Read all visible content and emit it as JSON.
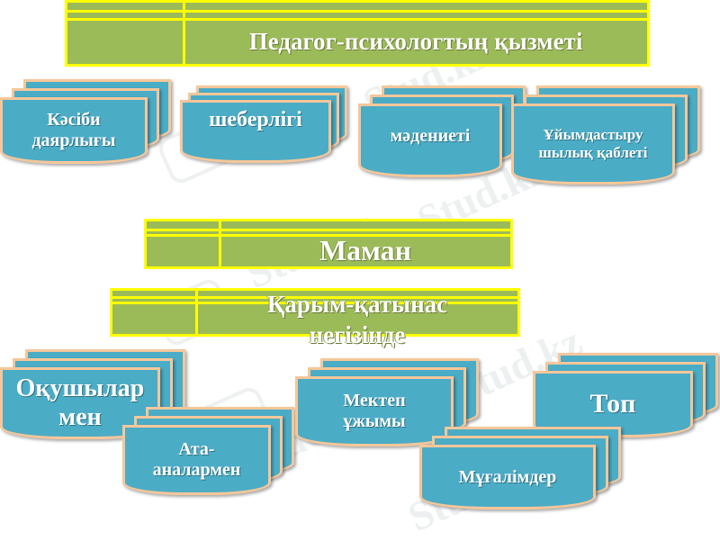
{
  "watermark": "Stud.kz",
  "top_title": "Педагог-психологтың қызметі",
  "qualities": [
    {
      "line1": "Кәсіби",
      "line2": "даярлығы"
    },
    {
      "line1": "шеберлігі",
      "line2": ""
    },
    {
      "line1": "мәдениеті",
      "line2": ""
    },
    {
      "line1": "Ұйымдастыру",
      "line2": "шылық қаблеті"
    }
  ],
  "center_title": "Маман",
  "relation_title": {
    "line1": "Қарым-қатынас",
    "line2": "негізінде"
  },
  "partners": [
    {
      "line1": "Оқушылар",
      "line2": "мен"
    },
    {
      "line1": "Ата-",
      "line2": "аналармен"
    },
    {
      "line1": "Мектеп",
      "line2": "ұжымы"
    },
    {
      "line1": "Топ",
      "line2": ""
    },
    {
      "line1": "Мұғалімдер",
      "line2": ""
    }
  ],
  "colors": {
    "bar_fill": "#9bbb59",
    "bar_border": "#ffff00",
    "card_fill": "#4bacc6",
    "card_border": "#f5c79a"
  }
}
